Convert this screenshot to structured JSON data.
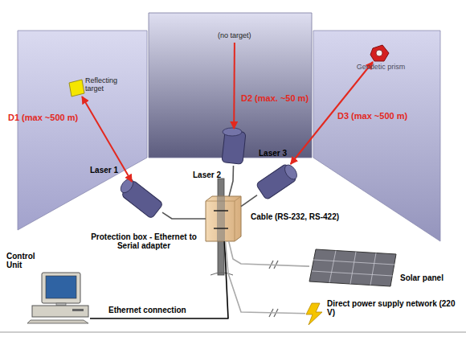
{
  "diagram": {
    "nodes": [
      {
        "text": [
          "Reflecting target"
        ]
      },
      {
        "text": [
          "(no target)"
        ]
      },
      {
        "text": [
          "Geodetic prism"
        ]
      },
      {
        "text": [
          "Laser 1"
        ]
      },
      {
        "text": [
          "Laser 2"
        ]
      },
      {
        "text": [
          "Laser 3"
        ]
      },
      {
        "text": [
          "Protection box - Ethernet to Serial adapter"
        ]
      },
      {
        "text": [
          "Control Unit"
        ]
      },
      {
        "text": [
          "Solar panel"
        ]
      },
      {
        "text": [
          "Direct power supply network (220 V)"
        ]
      }
    ],
    "edges": [
      {
        "from": 3,
        "to": 0,
        "arrow": "both",
        "label": "D1 (max ~500 m)"
      },
      {
        "from": 1,
        "to": 4,
        "arrow": "to",
        "label": "D2 (max. ~50 m)"
      },
      {
        "from": 5,
        "to": 2,
        "arrow": "both",
        "label": "D3 (max ~500 m)"
      },
      {
        "from": 3,
        "to": 6,
        "arrow": "none"
      },
      {
        "from": 4,
        "to": 6,
        "arrow": "none"
      },
      {
        "from": 5,
        "to": 6,
        "arrow": "none",
        "label": "Cable (RS-232, RS-422)"
      },
      {
        "from": 6,
        "to": 7,
        "arrow": "none",
        "label": "Ethernet connection"
      },
      {
        "from": 6,
        "to": 8,
        "arrow": "none"
      },
      {
        "from": 6,
        "to": 9,
        "arrow": "none"
      }
    ]
  }
}
